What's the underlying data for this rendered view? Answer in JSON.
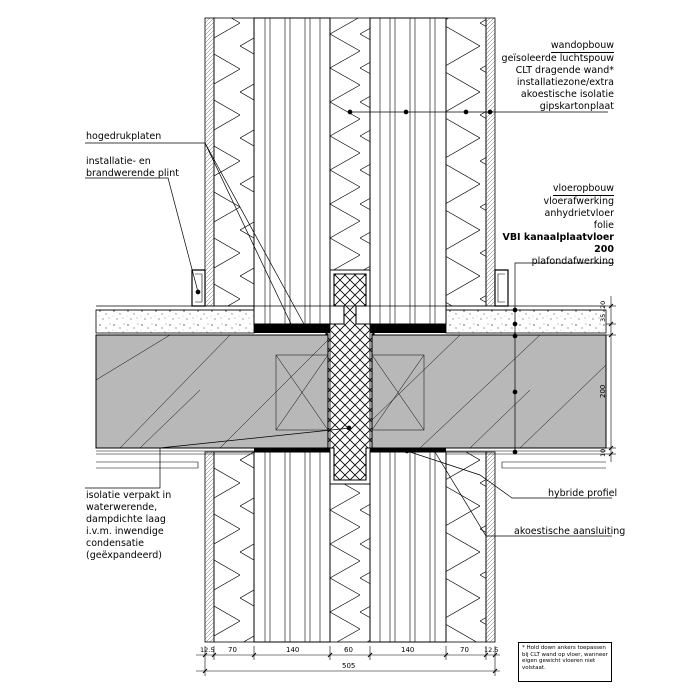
{
  "labels": {
    "wandopbouw": "wandopbouw",
    "wall_layers": [
      "geïsoleerde luchtspouw",
      "CLT dragende wand*",
      "installatiezone/extra",
      "akoestische isolatie",
      "gipskartonplaat"
    ],
    "hogedrukplaten": "hogedrukplaten",
    "plint_1": "installatie- en",
    "plint_2": "brandwerende plint",
    "vloeropbouw": "vloeropbouw",
    "floor_layers": [
      "vloerafwerking",
      "anhydrietvloer",
      "folie"
    ],
    "vbi_1": "VBI kanaalplaatvloer",
    "vbi_2": "200",
    "plafond": "plafondafwerking",
    "isolatie": [
      "isolatie verpakt in",
      "waterwerende,",
      "dampdichte laag",
      "i.v.m. inwendige",
      "condensatie",
      "(geëxpandeerd)"
    ],
    "hybride": "hybride profiel",
    "akoestische": "akoestische aansluiting",
    "note": "* Hold down ankers toepassen bij CLT wand op vloer, wanneer eigen gewicht vloeren niet volstaat."
  },
  "dimensions": {
    "bottom": [
      "12.5",
      "70",
      "140",
      "60",
      "140",
      "70",
      "12.5"
    ],
    "total": "505",
    "right": [
      "35",
      "20",
      "200",
      "10"
    ]
  }
}
